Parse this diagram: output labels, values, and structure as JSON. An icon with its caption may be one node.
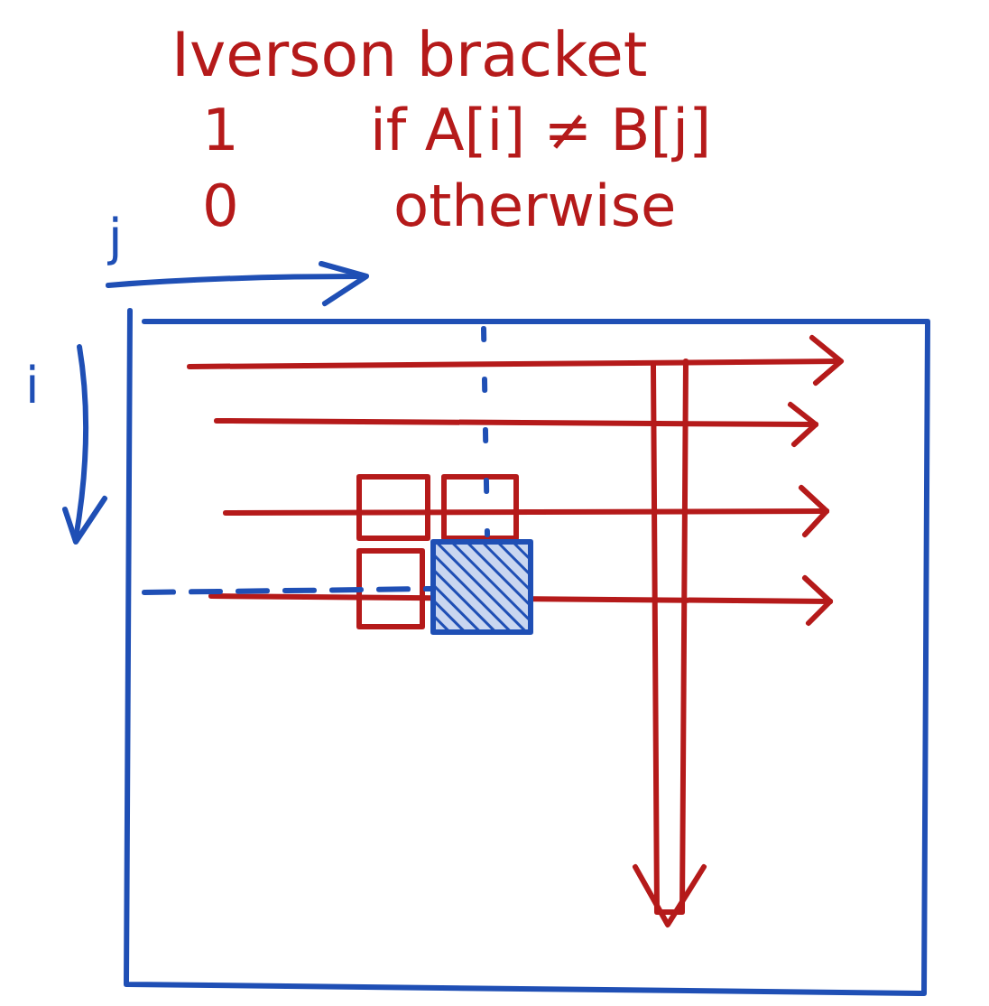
{
  "diagram": {
    "labels": [
      "Iverson bracket",
      "1",
      "if A[i] ≠ B[j]",
      "0",
      "otherwise",
      "j",
      "i"
    ]
  }
}
